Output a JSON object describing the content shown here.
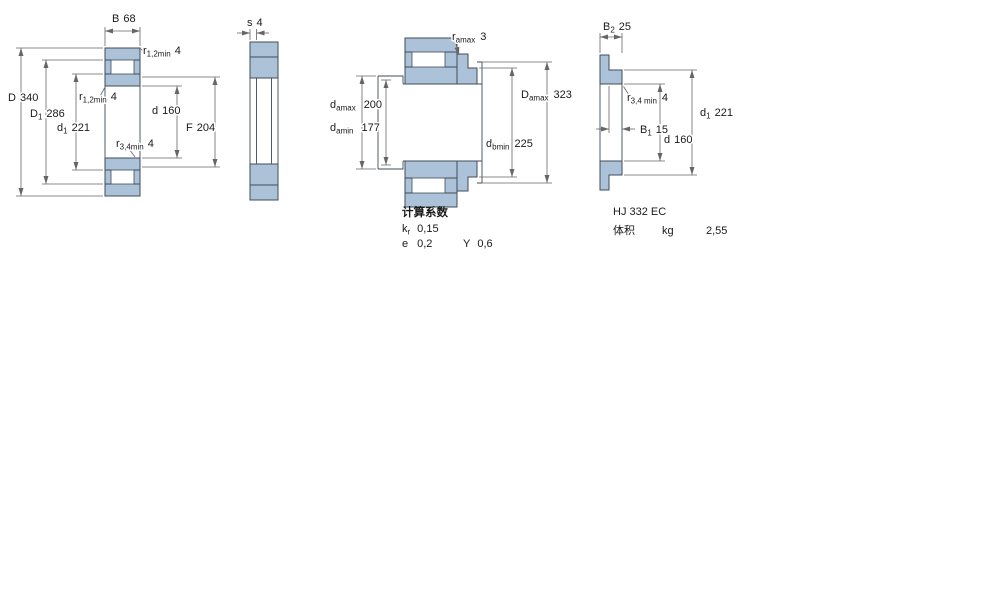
{
  "page": {
    "background": "#ffffff"
  },
  "colors": {
    "part-fill": "#abc2d8",
    "part-stroke": "#3f4c57",
    "dim-color": "#666666",
    "text-color": "#1a1a1a"
  },
  "views": {
    "main": {
      "dims": {
        "B": {
          "sym": "B",
          "val": "68"
        },
        "r12o": {
          "sym": "r",
          "sub": "1,2min",
          "val": "4"
        },
        "D": {
          "sym": "D",
          "val": "340"
        },
        "D1": {
          "sym": "D",
          "sub": "1",
          "val": "286"
        },
        "r12i": {
          "sym": "r",
          "sub": "1,2min",
          "val": "4"
        },
        "d1": {
          "sym": "d",
          "sub": "1",
          "val": "221"
        },
        "d": {
          "sym": "d",
          "val": "160"
        },
        "F": {
          "sym": "F",
          "val": "204"
        },
        "r34": {
          "sym": "r",
          "sub": "3,4min",
          "val": "4"
        }
      }
    },
    "side": {
      "dims": {
        "s": {
          "sym": "s",
          "val": "4"
        }
      }
    },
    "mounting": {
      "dims": {
        "ra": {
          "sym": "r",
          "sub": "amax",
          "val": "3"
        },
        "damax": {
          "sym": "d",
          "sub": "amax",
          "val": "200"
        },
        "damin": {
          "sym": "d",
          "sub": "amin",
          "val": "177"
        },
        "Damax": {
          "sym": "D",
          "sub": "amax",
          "val": "323"
        },
        "dbmin": {
          "sym": "d",
          "sub": "bmin",
          "val": "225"
        }
      }
    },
    "hj_ring": {
      "dims": {
        "B2": {
          "sym": "B",
          "sub": "2",
          "val": "25"
        },
        "r34": {
          "sym": "r",
          "sub": "3,4 min",
          "val": "4"
        },
        "d1": {
          "sym": "d",
          "sub": "1",
          "val": "221"
        },
        "B1": {
          "sym": "B",
          "sub": "1",
          "val": "15"
        },
        "d": {
          "sym": "d",
          "val": "160"
        }
      }
    }
  },
  "calc": {
    "title": "计算系数",
    "kr": {
      "sym": "k",
      "sub": "r",
      "val": "0,15"
    },
    "e": {
      "sym": "e",
      "val": "0,2"
    },
    "y": {
      "sym": "Y",
      "val": "0,6"
    }
  },
  "product": {
    "designation": "HJ 332 EC",
    "mass_label": "体积",
    "mass_unit": "kg",
    "mass_value": "2,55"
  }
}
